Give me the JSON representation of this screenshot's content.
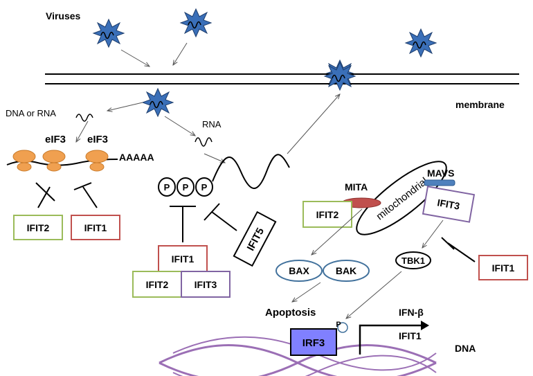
{
  "labels": {
    "viruses": "Viruses",
    "membrane": "membrane",
    "dna_or_rna": "DNA or RNA",
    "rna": "RNA",
    "eif3_left": "eIF3",
    "eif3_right": "eIF3",
    "polya": "AAAAA",
    "p1": "P",
    "p2": "P",
    "p3": "P",
    "mita": "MITA",
    "mitochondrial": "mitochondrial",
    "mavs": "MAVS",
    "bax": "BAX",
    "bak": "BAK",
    "tbk1": "TBK1",
    "apoptosis": "Apoptosis",
    "irf3": "IRF3",
    "phospho": "P",
    "ifn_beta": "IFN-β",
    "ifit1_gene": "IFIT1",
    "dna": "DNA"
  },
  "boxes": {
    "ifit2_left": "IFIT2",
    "ifit1_left": "IFIT1",
    "ifit5": "IFIT5",
    "ifit1_center": "IFIT1",
    "ifit2_center": "IFIT2",
    "ifit3_center": "IFIT3",
    "ifit2_mito": "IFIT2",
    "ifit3_mavs": "IFIT3",
    "ifit1_right": "IFIT1"
  },
  "colors": {
    "virus_fill": "#3a6fb8",
    "virus_stroke": "#1f3f6e",
    "ribosome": "#f0a050",
    "ribosome_stroke": "#c87a2a",
    "ifit1_border": "#c0504d",
    "ifit2_border": "#9bbb59",
    "ifit3_border": "#8064a2",
    "mita_fill": "#c0504d",
    "mavs_fill": "#4f81bd",
    "oval_stroke": "#41719c",
    "irf3_fill": "#8080ff",
    "dna_strand": "#9b6fb5"
  }
}
